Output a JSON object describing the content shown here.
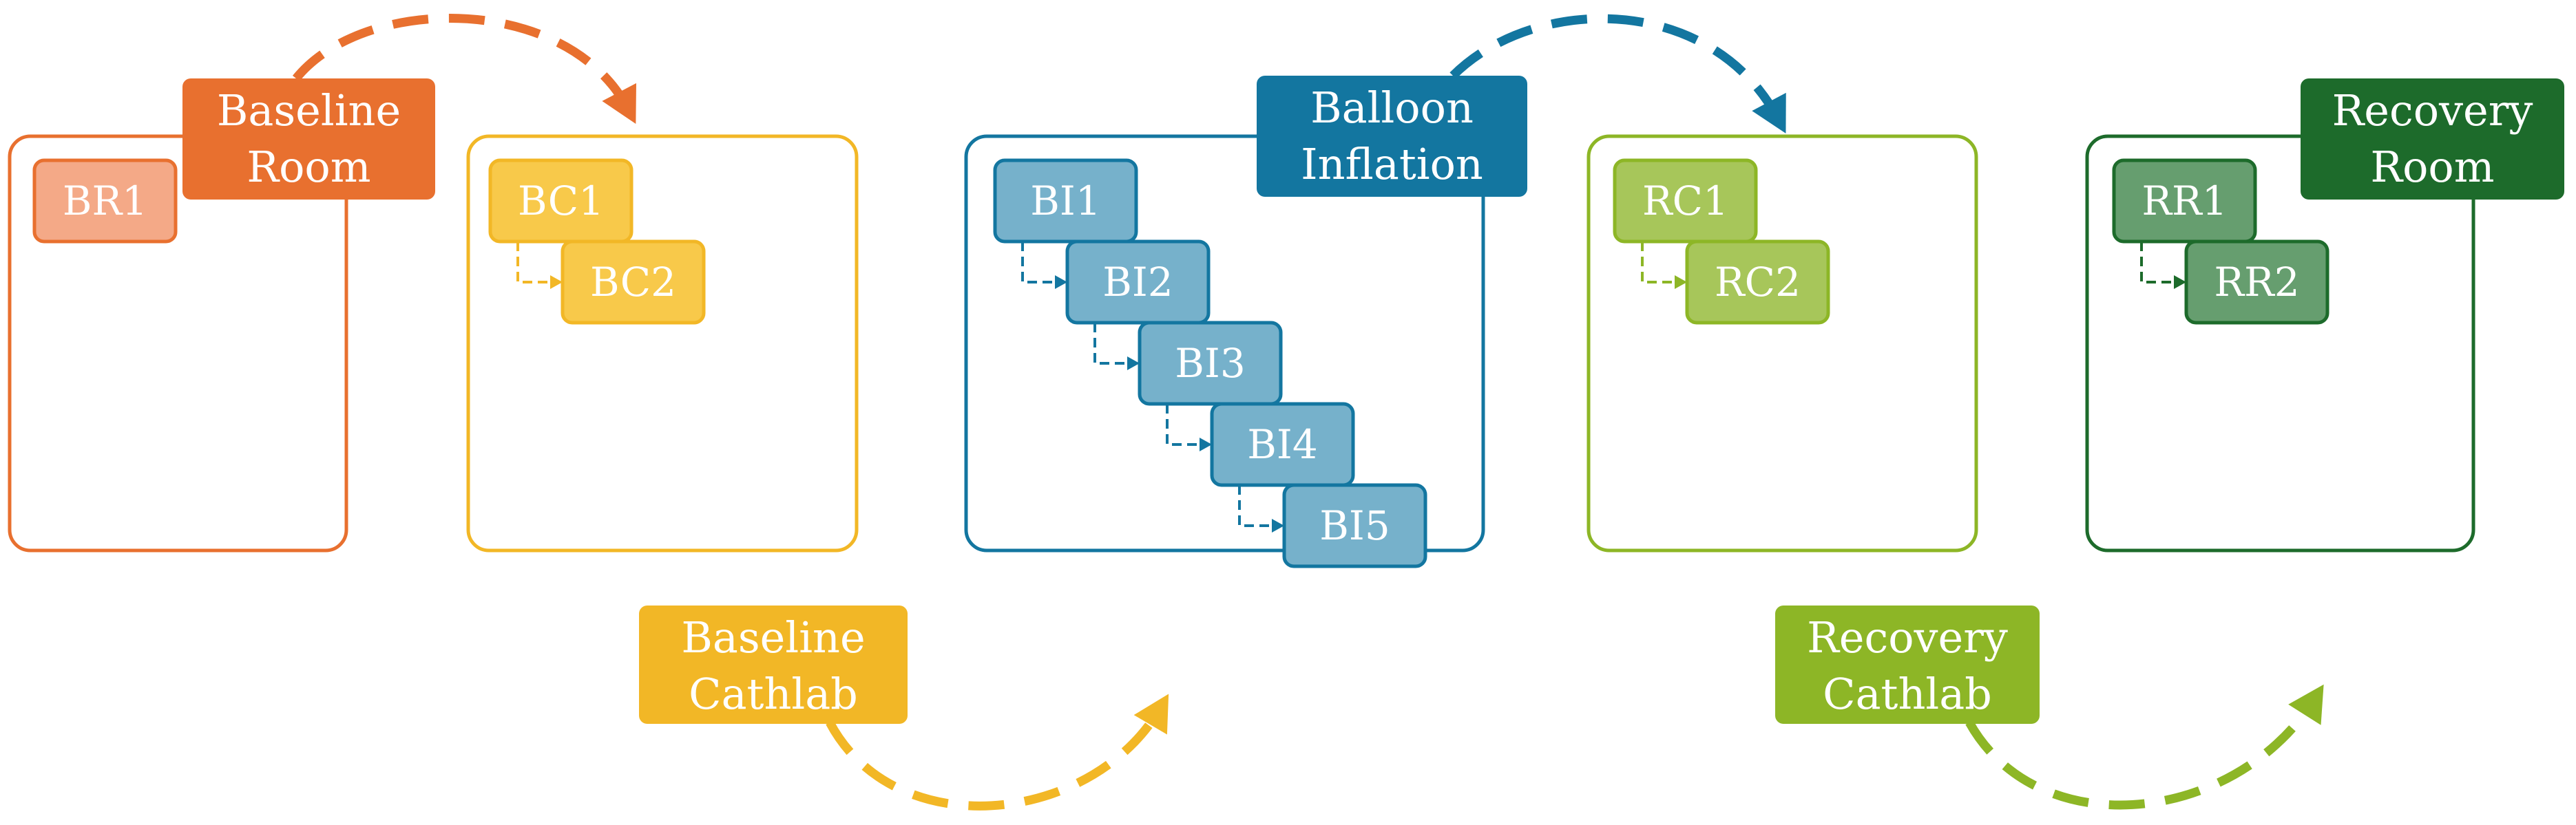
{
  "phases": [
    {
      "id": "baseline-room",
      "label_lines": [
        "Baseline",
        "Room"
      ],
      "color": "#E8702F",
      "light_color": "#F4A987",
      "subs": [
        "BR1"
      ]
    },
    {
      "id": "baseline-cathlab",
      "label_lines": [
        "Baseline",
        "Cathlab"
      ],
      "color": "#F2B726",
      "light_color": "#F8C94A",
      "subs": [
        "BC1",
        "BC2"
      ]
    },
    {
      "id": "balloon-inflation",
      "label_lines": [
        "Balloon",
        "Inflation"
      ],
      "color": "#1376A0",
      "light_color": "#76B1CB",
      "subs": [
        "BI1",
        "BI2",
        "BI3",
        "BI4",
        "BI5"
      ]
    },
    {
      "id": "recovery-cathlab",
      "label_lines": [
        "Recovery",
        "Cathlab"
      ],
      "color": "#8DB626",
      "light_color": "#A7C65A",
      "subs": [
        "RC1",
        "RC2"
      ]
    },
    {
      "id": "recovery-room",
      "label_lines": [
        "Recovery",
        "Room"
      ],
      "color": "#1D6B2B",
      "light_color": "#669E6F",
      "subs": [
        "RR1",
        "RR2"
      ]
    }
  ]
}
